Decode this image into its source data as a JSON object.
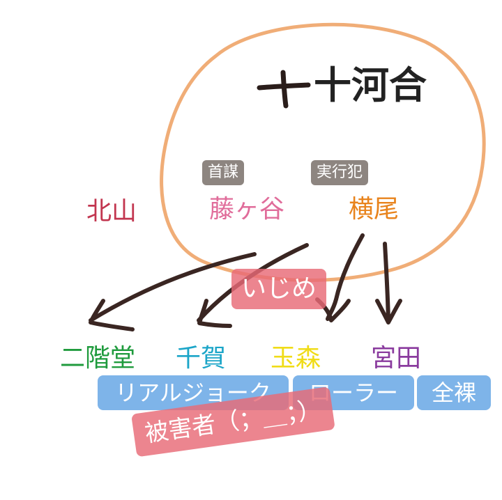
{
  "annotation": {
    "plus_name": "十河合",
    "role_mastermind": "首謀",
    "role_perpetrator": "実行犯",
    "action_label": "いじめ",
    "victim_label": "被害者（；＿；）"
  },
  "members": {
    "kitayama": {
      "name": "北山",
      "color": "#c2354f"
    },
    "fujigaya": {
      "name": "藤ヶ谷",
      "color": "#e06c9a"
    },
    "yokoo": {
      "name": "横尾",
      "color": "#e8831c"
    },
    "nikaido": {
      "name": "二階堂",
      "color": "#1f9b3d"
    },
    "senga": {
      "name": "千賀",
      "color": "#1ba5c8"
    },
    "tamamori": {
      "name": "玉森",
      "color": "#f0dc18"
    },
    "miyata": {
      "name": "宮田",
      "color": "#8a3b9e"
    }
  },
  "labels": {
    "real_joke": "リアルジョーク",
    "roller": "ローラー",
    "zenra": "全裸"
  },
  "colors": {
    "circle_stroke": "#eea468",
    "arrow_stroke": "#3a2622",
    "tag_bg": "#8d8580",
    "pink_label_bg": "#e86a76",
    "blue_label_bg": "#73aee7"
  }
}
